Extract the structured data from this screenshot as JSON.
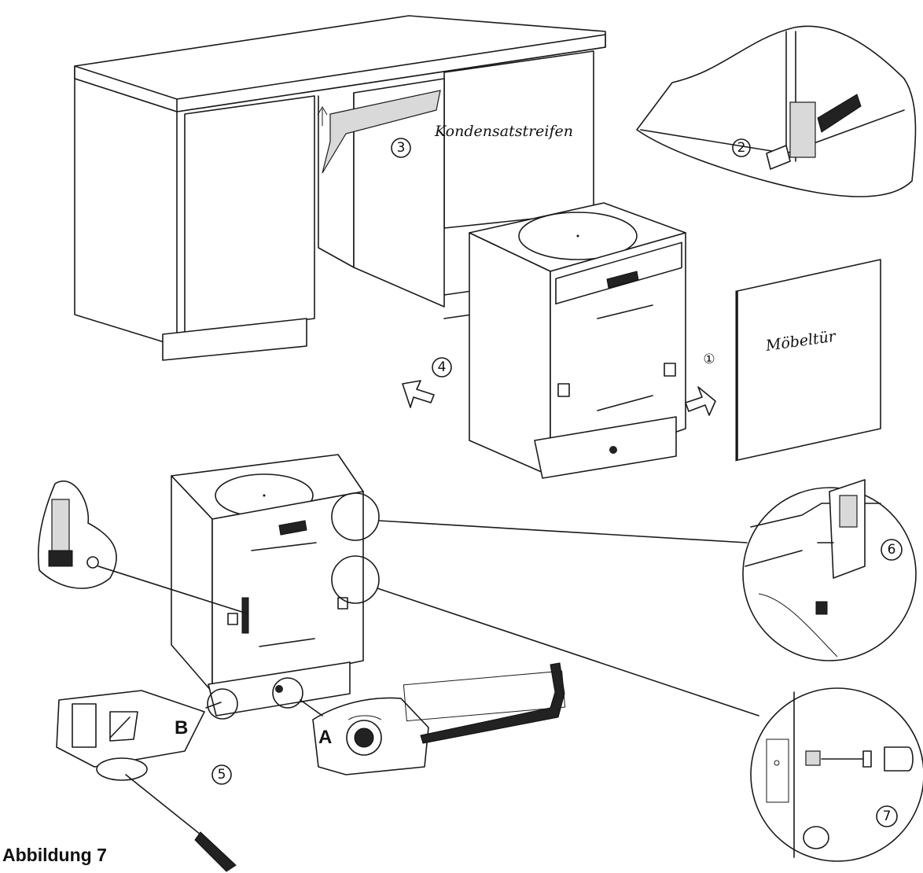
{
  "figure": {
    "caption": "Abbildung 7",
    "labels": {
      "condensate_strip": "Kondensatstreifen",
      "furniture_door": "Möbeltür",
      "detail_a": "A",
      "detail_b": "B"
    },
    "steps": [
      "①",
      "2",
      "3",
      "4",
      "5",
      "6",
      "7"
    ]
  }
}
